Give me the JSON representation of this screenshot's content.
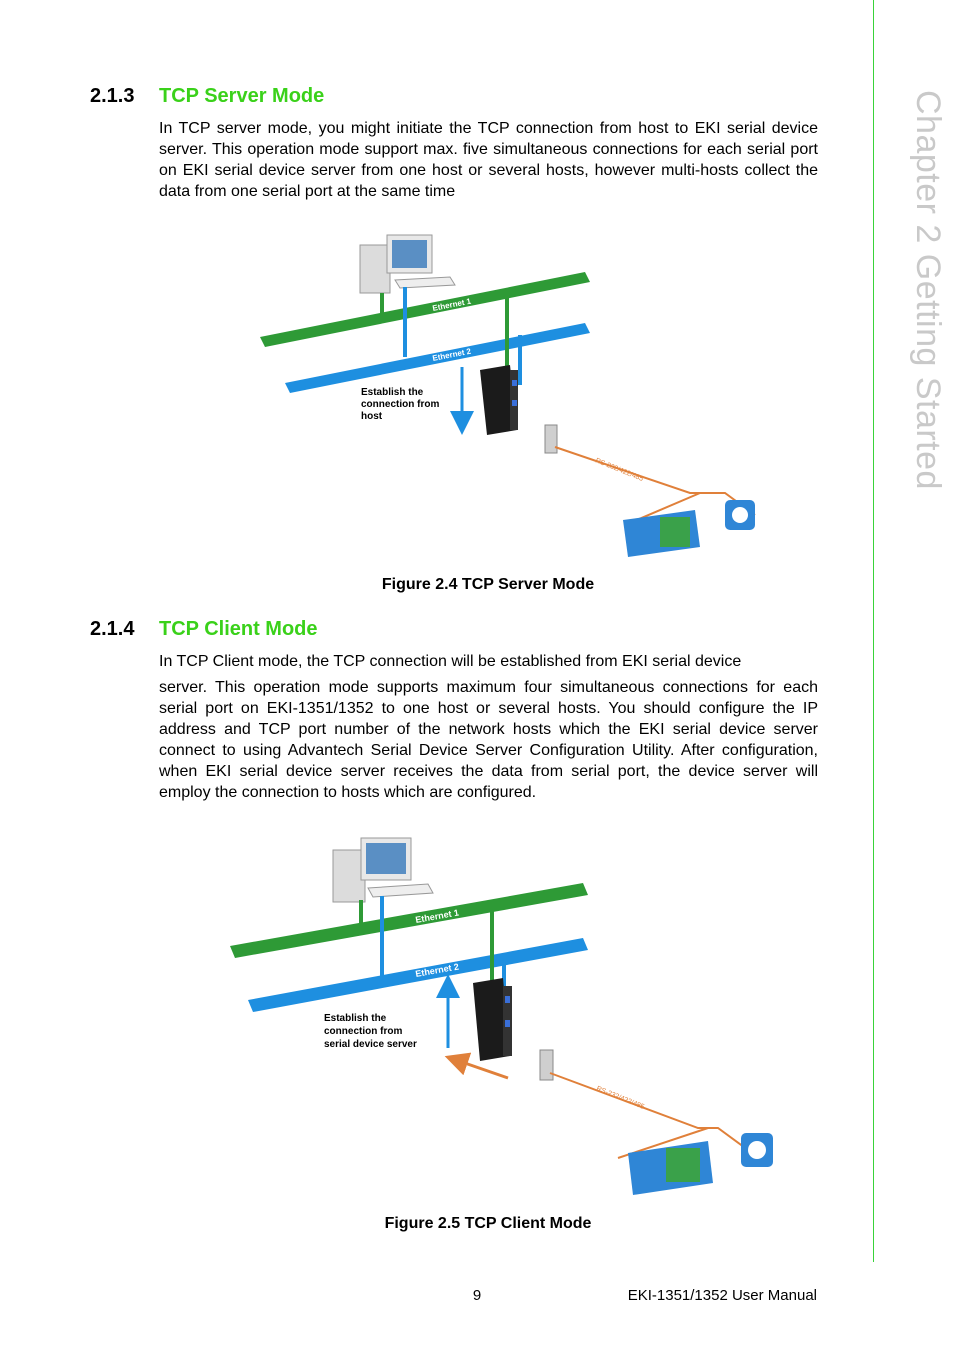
{
  "sidebar": {
    "chapter_label": "Chapter 2   Getting Started"
  },
  "sections": [
    {
      "number": "2.1.3",
      "title": "TCP Server Mode",
      "paragraph": "In TCP server mode, you might initiate the TCP connection from host to EKI serial device server. This operation mode support max. five simultaneous connections for each serial port on EKI serial device server from one host or several hosts, however multi-hosts collect the data from one serial port at the same time",
      "figure": {
        "ethernet1_label": "Ethernet 1",
        "ethernet2_label": "Ethernet 2",
        "annotation_lines": [
          "Establish the",
          "connection from",
          "host"
        ],
        "serial_label": "RS-232/422/485",
        "caption": "Figure 2.4 TCP Server Mode"
      }
    },
    {
      "number": "2.1.4",
      "title": "TCP Client Mode",
      "paragraph_first_line": "In TCP Client mode, the TCP connection will be established from EKI serial device",
      "paragraph": "server. This operation mode supports maximum four simultaneous connections for each serial port on EKI-1351/1352 to one host or several hosts. You should configure the IP address and TCP port number of the network hosts which the EKI serial device server connect to using Advantech Serial Device Server Configuration Utility. After configuration, when EKI serial device server receives the data from serial port, the device server will employ the connection to hosts which are configured.",
      "figure": {
        "ethernet1_label": "Ethernet 1",
        "ethernet2_label": "Ethernet 2",
        "annotation_lines": [
          "Establish the",
          "connection from",
          "serial device server"
        ],
        "serial_label": "RS-232/422/485",
        "caption": "Figure 2.5 TCP Client Mode"
      }
    }
  ],
  "footer": {
    "page_number": "9",
    "manual_title": "EKI-1351/1352 User Manual"
  },
  "colors": {
    "accent_green": "#3ad11a",
    "ethernet1_green": "#2e9a36",
    "ethernet2_blue": "#1e8fe0",
    "serial_orange": "#e0803a",
    "chapter_gray": "#c9c9c9"
  }
}
